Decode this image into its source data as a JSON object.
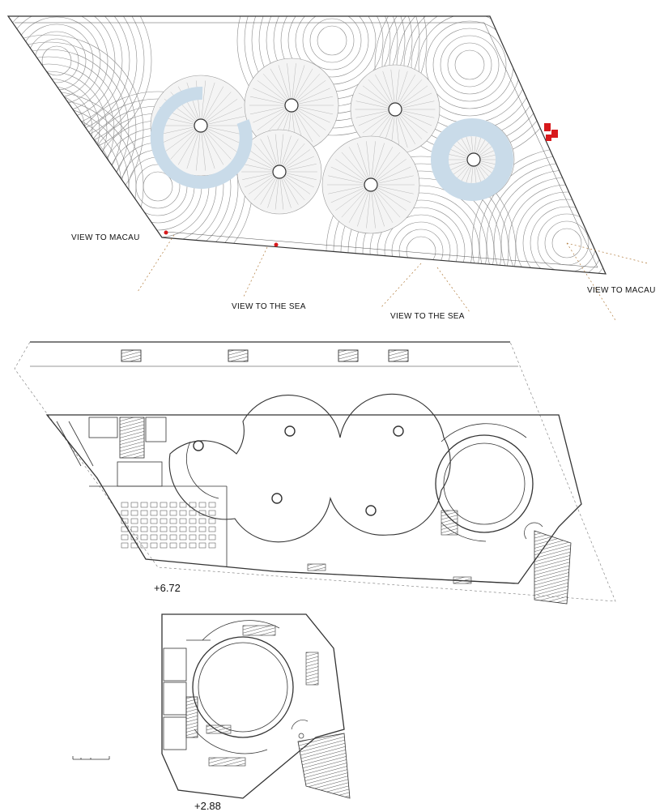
{
  "roof_plan": {
    "views": {
      "macau_left": "VIEW TO MACAU",
      "sea_left": "VIEW TO THE SEA",
      "sea_right": "VIEW TO THE SEA",
      "macau_right": "VIEW TO MACAU"
    }
  },
  "floor_plan_upper": {
    "level": "+6.72"
  },
  "floor_plan_lower": {
    "level": "+2.88"
  },
  "colors": {
    "line": "#333333",
    "light_line": "#8a8a8a",
    "pool": "#c9dbe9",
    "accent_red": "#d7191c"
  }
}
